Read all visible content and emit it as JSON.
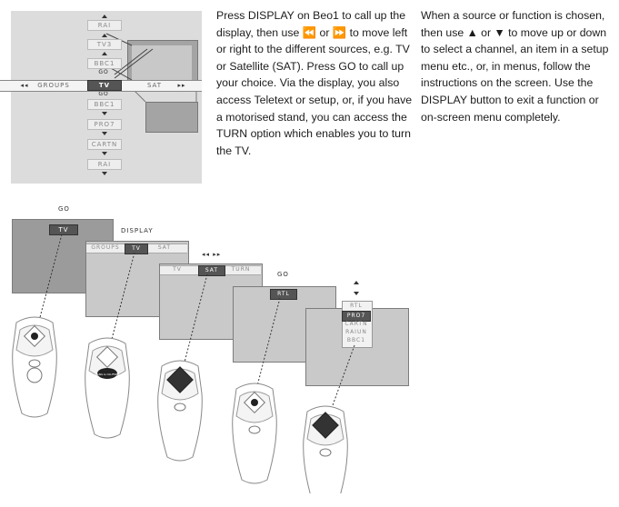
{
  "text": {
    "col1": "Press DISPLAY on Beo1 to call up the display, then use ⏪ or ⏩ to move left or right to the different sources, e.g. TV or Satellite (SAT). Press GO to call up your choice. Via the display, you also access Teletext or setup, or, if you have a motorised stand, you can access the TURN option which enables you to turn the TV.",
    "col2": "When a source or function is chosen, then use ▲ or ▼ to move up or down to select a channel, an item in a setup menu etc., or, in menus, follow the instructions on the screen. Use the DISPLAY button to exit a function or on-screen menu completely."
  },
  "diagram": {
    "vertical_menu": [
      "RAI",
      "TV3",
      "BBC1",
      "GO",
      "TV",
      "GO",
      "BBC1",
      "PRO7",
      "CARTN",
      "RAI"
    ],
    "left_arrows": "◂◂",
    "right_arrows": "▸▸",
    "left_source": "GROUPS",
    "right_source": "SAT"
  },
  "steps": {
    "label_go_1": "GO",
    "label_display": "DISPLAY",
    "label_arrows": "◂◂  ▸▸",
    "label_go_2": "GO",
    "screen1_tv": "TV",
    "screen2_bar": [
      "GROUPS",
      "TV",
      "SAT"
    ],
    "screen3_bar": [
      "TV",
      "SAT",
      "TURN"
    ],
    "screen4_rtl": "RTL",
    "screen5_list": [
      "RTL",
      "PRO7",
      "CARTN",
      "RAIUN",
      "BBC1"
    ],
    "remote_logo": "BANG & OLUFSEN"
  }
}
